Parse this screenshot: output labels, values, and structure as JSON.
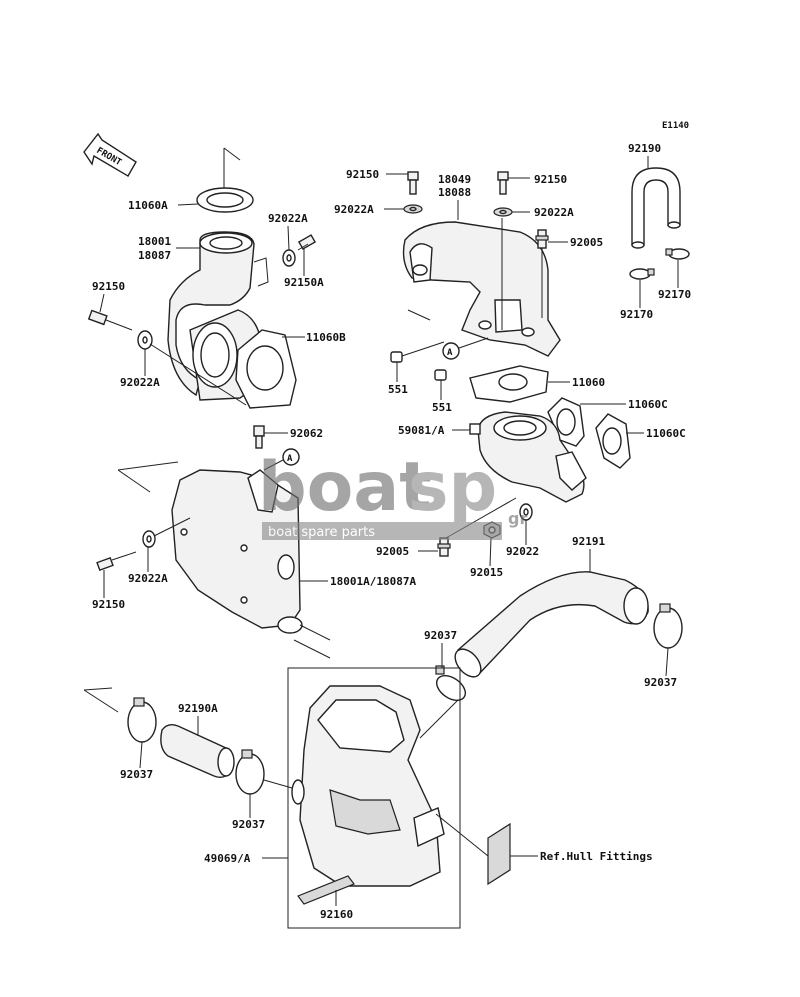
{
  "diagram": {
    "code": "E1140",
    "front_label": "FRONT",
    "callout_letter": "A",
    "labels": {
      "p11060A": "11060A",
      "p18001": "18001",
      "p18087": "18087",
      "p92022A_top": "92022A",
      "p92150A": "92150A",
      "p92150_left": "92150",
      "p92022A_left": "92022A",
      "p11060B": "11060B",
      "p92150_mid_left": "92150",
      "p92022A_mid": "92022A",
      "p18049": "18049",
      "p18088": "18088",
      "p92150_mid_right": "92150",
      "p92022A_mid_right": "92022A",
      "p92005_top": "92005",
      "p92190": "92190",
      "p92170_right": "92170",
      "p92170_left": "92170",
      "p551_a": "551",
      "p551_b": "551",
      "p11060": "11060",
      "p11060C_a": "11060C",
      "p11060C_b": "11060C",
      "p59081": "59081/A",
      "p92062": "92062",
      "p92005_bottom": "92005",
      "p92015": "92015",
      "p92022": "92022",
      "p92191": "92191",
      "p92022A_bottom": "92022A",
      "p92150_bottom": "92150",
      "p18001A": "18001A/18087A",
      "p92037_center": "92037",
      "p92037_right": "92037",
      "p92190A": "92190A",
      "p92037_left": "92037",
      "p92037_lower": "92037",
      "p49069": "49069/A",
      "p92160": "92160",
      "p_ref_hull": "Ref.Hull Fittings"
    }
  },
  "watermark": {
    "brand_left": "boat",
    "brand_right": "sp",
    "tld": "gr",
    "tagline": "boat spare parts",
    "color_main": "#6f6f6f",
    "color_tagline_bg": "#8a8a8a"
  }
}
